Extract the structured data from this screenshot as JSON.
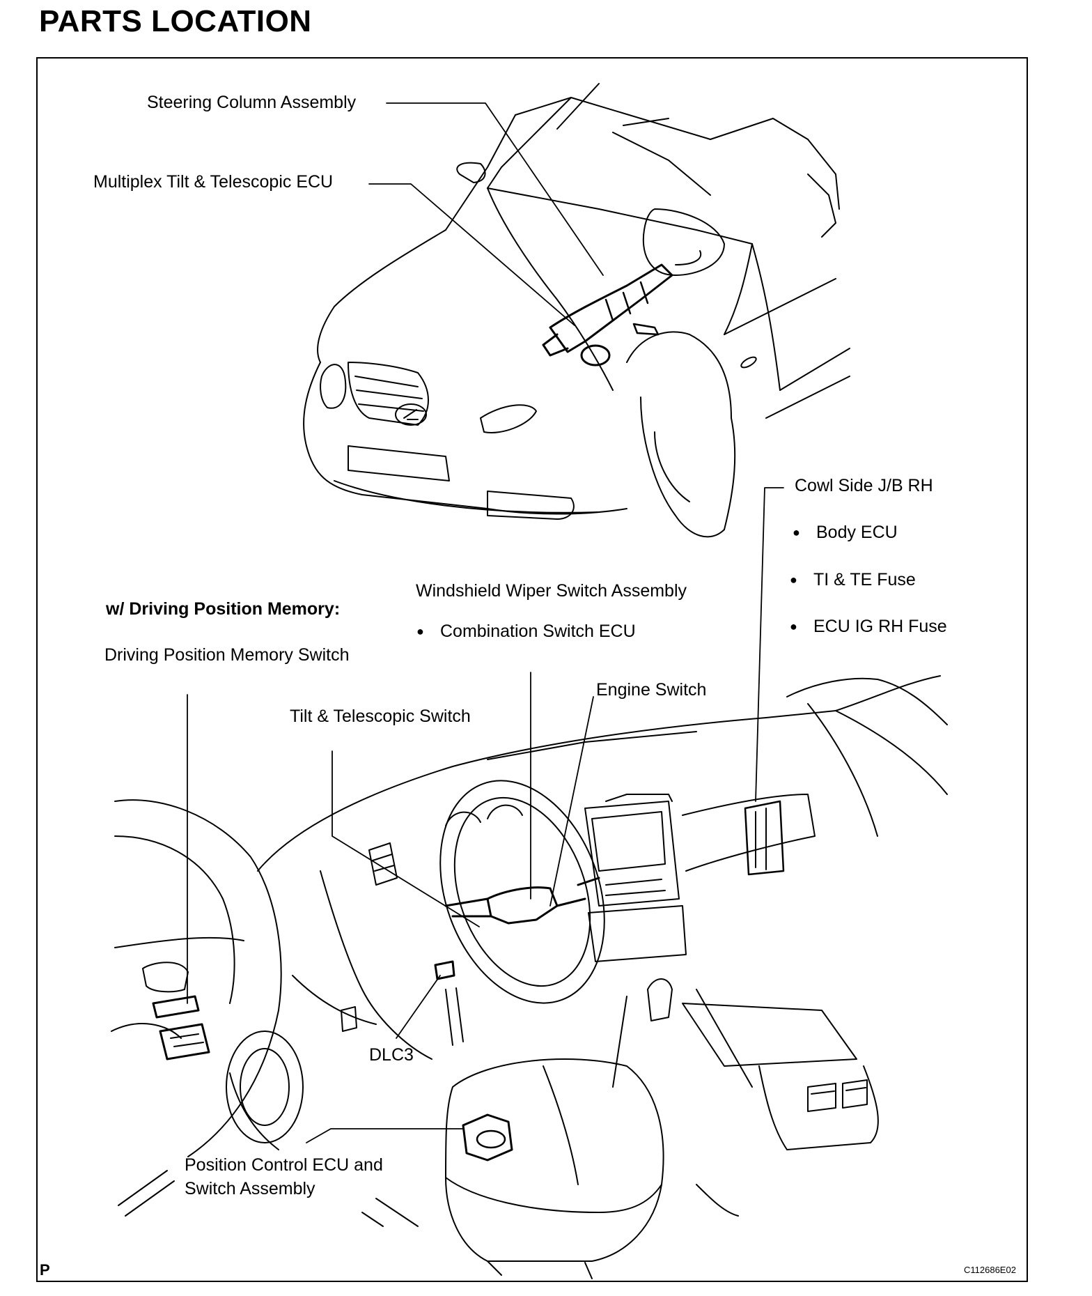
{
  "page_title": "PARTS LOCATION",
  "labels": {
    "steering_column": "Steering Column Assembly",
    "multiplex_ecu": "Multiplex Tilt & Telescopic ECU",
    "cowl_side_jb": "Cowl Side J/B RH",
    "body_ecu": "Body ECU",
    "ti_te_fuse": "TI & TE Fuse",
    "ecu_ig_rh_fuse": "ECU IG RH Fuse",
    "wiper_switch": "Windshield Wiper Switch Assembly",
    "combination_ecu": "Combination Switch ECU",
    "dpm_header": "w/ Driving Position Memory:",
    "dpm_switch": "Driving Position Memory Switch",
    "engine_switch": "Engine Switch",
    "tilt_switch": "Tilt & Telescopic Switch",
    "dlc3": "DLC3",
    "position_ecu_line1": "Position Control ECU and",
    "position_ecu_line2": "Switch Assembly"
  },
  "footer": {
    "page_marker": "P",
    "figure_code": "C112686E02"
  }
}
